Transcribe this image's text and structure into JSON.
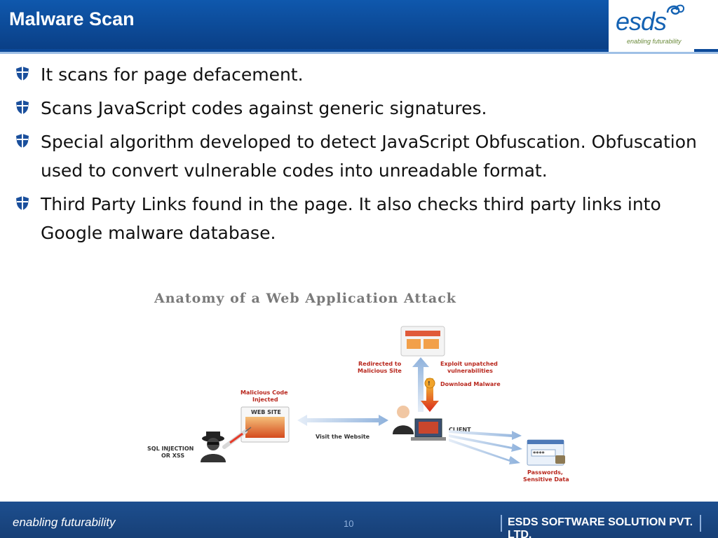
{
  "slide": {
    "title": "Malware Scan",
    "page_number": "10"
  },
  "logo": {
    "word": "esds",
    "tagline": "enabling futurability"
  },
  "bullets": [
    "It scans for page defacement.",
    "Scans JavaScript codes against generic signatures.",
    "Special algorithm developed to detect JavaScript Obfuscation. Obfuscation used to convert vulnerable codes into unreadable format.",
    "Third Party Links found in the page. It also checks third party links into Google malware database."
  ],
  "diagram": {
    "title": "Anatomy of a Web Application Attack",
    "labels": {
      "redirected": [
        "Redirected to",
        "Malicious Site"
      ],
      "exploit": [
        "Exploit unpatched",
        "vulnerabilities"
      ],
      "download": "Download Malware",
      "malicious_code": [
        "Malicious Code",
        "Injected"
      ],
      "website": "WEB SITE",
      "client": "CLIENT",
      "visit": "Visit the Website",
      "sql": [
        "SQL INJECTION",
        "OR XSS"
      ],
      "passwords": [
        "Passwords,",
        "Sensitive Data"
      ]
    }
  },
  "footer": {
    "tagline": "enabling futurability",
    "company": "ESDS SOFTWARE SOLUTION PVT. LTD."
  },
  "colors": {
    "header_blue": "#0f58ad",
    "footer_blue": "#1d4f8f",
    "logo_blue": "#1462b3",
    "label_red": "#b8261c"
  }
}
